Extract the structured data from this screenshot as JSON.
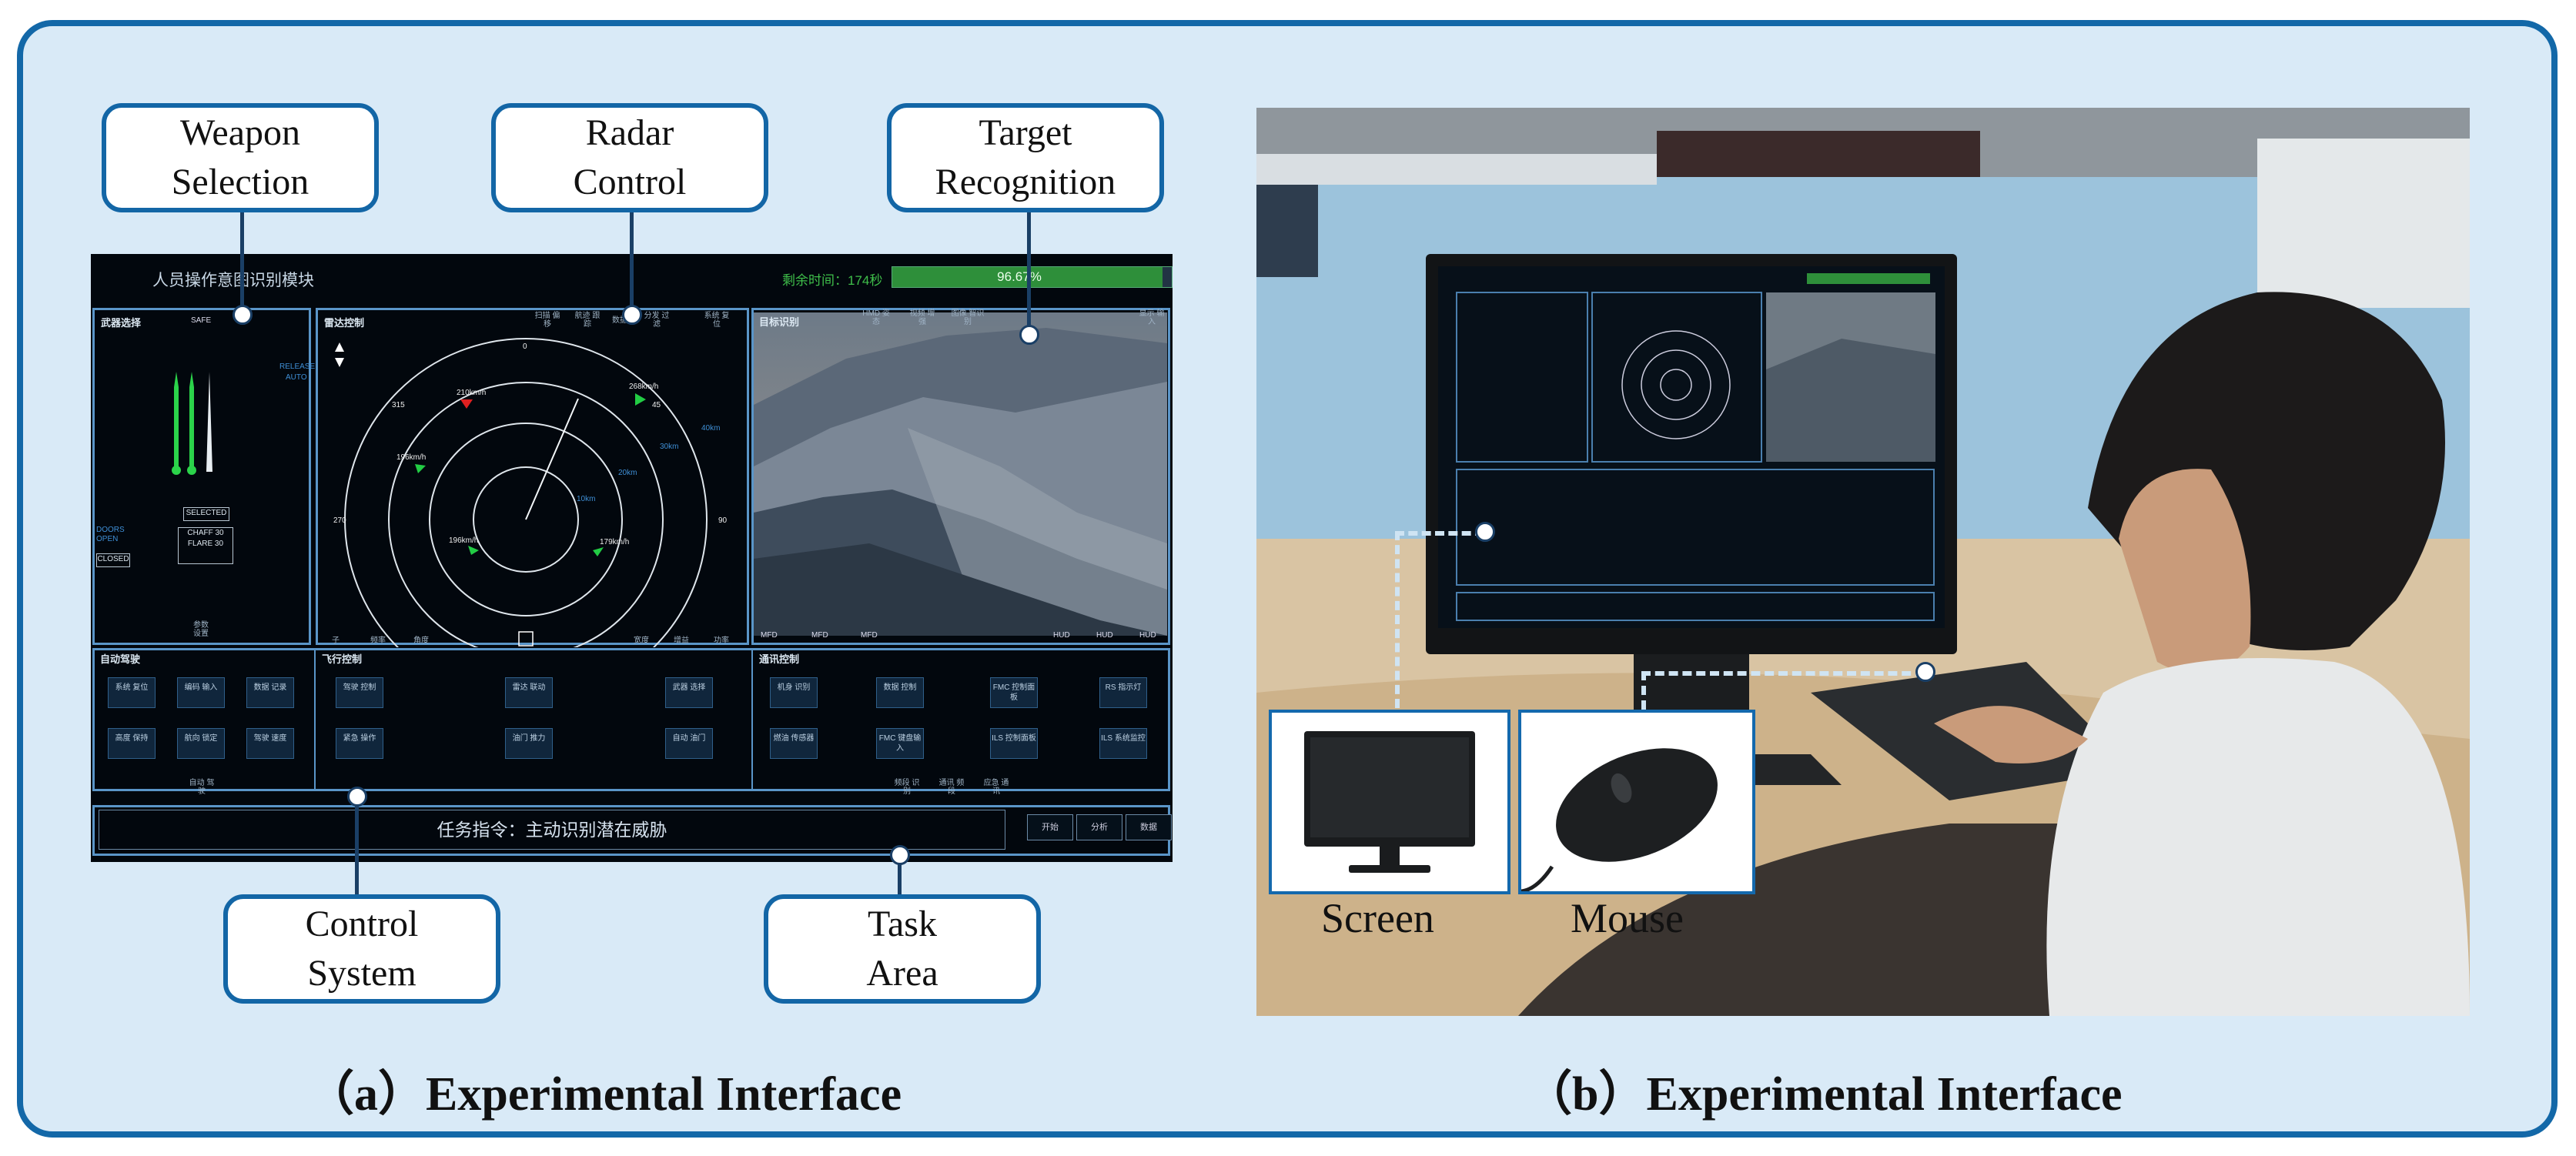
{
  "callouts": {
    "weapon": "Weapon Selection",
    "weapon_l1": "Weapon",
    "weapon_l2": "Selection",
    "radar_l1": "Radar",
    "radar_l2": "Control",
    "target_l1": "Target",
    "target_l2": "Recognition",
    "control_l1": "Control",
    "control_l2": "System",
    "task_l1": "Task",
    "task_l2": "Area"
  },
  "captions": {
    "a": "（a）Experimental Interface",
    "b": "（b）Experimental Interface"
  },
  "ui": {
    "title": "人员操作意图识别模块",
    "timer": "剩余时间：174秒",
    "progress_text": "96.67%",
    "progress": 0.9667,
    "weapon": {
      "title": "武器选择",
      "safe": "SAFE",
      "release": "RELEASE",
      "auto": "AUTO",
      "doors": "DOORS",
      "open": "OPEN",
      "closed": "CLOSED",
      "selected": "SELECTED",
      "chaff": "CHAFF 30",
      "flare": "FLARE 30",
      "param": "参数",
      "param2": "设置"
    },
    "radar": {
      "title": "雷达控制",
      "top_buttons": [
        "扫描",
        "偏移",
        "航迹",
        "跟踪",
        "数据",
        "分发",
        "过滤",
        "系统",
        "复位"
      ],
      "tb1": "扫描 偏移",
      "tb2": "航迹 跟踪",
      "tb3": "数据",
      "tb4": "分发 过滤",
      "tb5": "系统 复位",
      "deg0": "0",
      "deg45": "45",
      "deg90": "90",
      "deg270": "270",
      "deg315": "315",
      "r10": "10km",
      "r20": "20km",
      "r30": "30km",
      "r40": "40km",
      "t1": "210km/h",
      "t2": "268km/h",
      "t3": "196km/h",
      "t4": "196km/h",
      "t5": "179km/h",
      "bb1": "子",
      "bb2": "频率",
      "bb3": "角度",
      "bb4": "宽度",
      "bb5": "增益",
      "bb6": "功率"
    },
    "target": {
      "title": "目标识别",
      "tb1": "HMD 姿态",
      "tb2": "视频 增强",
      "tb3": "图像 智识别",
      "tb4": "显示 输入",
      "b1": "MFD",
      "b2": "MFD",
      "b3": "MFD",
      "b4": "HUD",
      "b5": "HUD",
      "b6": "HUD"
    },
    "autopilot": {
      "title": "自动驾驶",
      "buttons": [
        "系统 复位",
        "编码 输入",
        "数据 记录",
        "高度 保持",
        "航向 锁定",
        "驾驶 速度"
      ],
      "footer": "自动 驾驶"
    },
    "flight": {
      "title": "飞行控制",
      "buttons": [
        "驾驶 控制",
        "雷达 联动",
        "武器 选择",
        "紧急 操作",
        "油门 推力",
        "自动 油门"
      ]
    },
    "comm": {
      "title": "通讯控制",
      "buttons": [
        "机身 识别",
        "数据 控制",
        "FMC 控制面板",
        "RS 指示灯",
        "燃油 传感器",
        "FMC 键盘输入",
        "ILS 控制面板",
        "ILS 系统监控"
      ],
      "footer": [
        "频段 识别",
        "通讯 频段",
        "应急 通讯"
      ]
    },
    "task": {
      "instruction": "任务指令：主动识别潜在威胁",
      "btn_start": "开始",
      "btn_analyze": "分析",
      "btn_data": "数据"
    }
  },
  "photo": {
    "screen_label": "Screen",
    "mouse_label": "Mouse"
  }
}
